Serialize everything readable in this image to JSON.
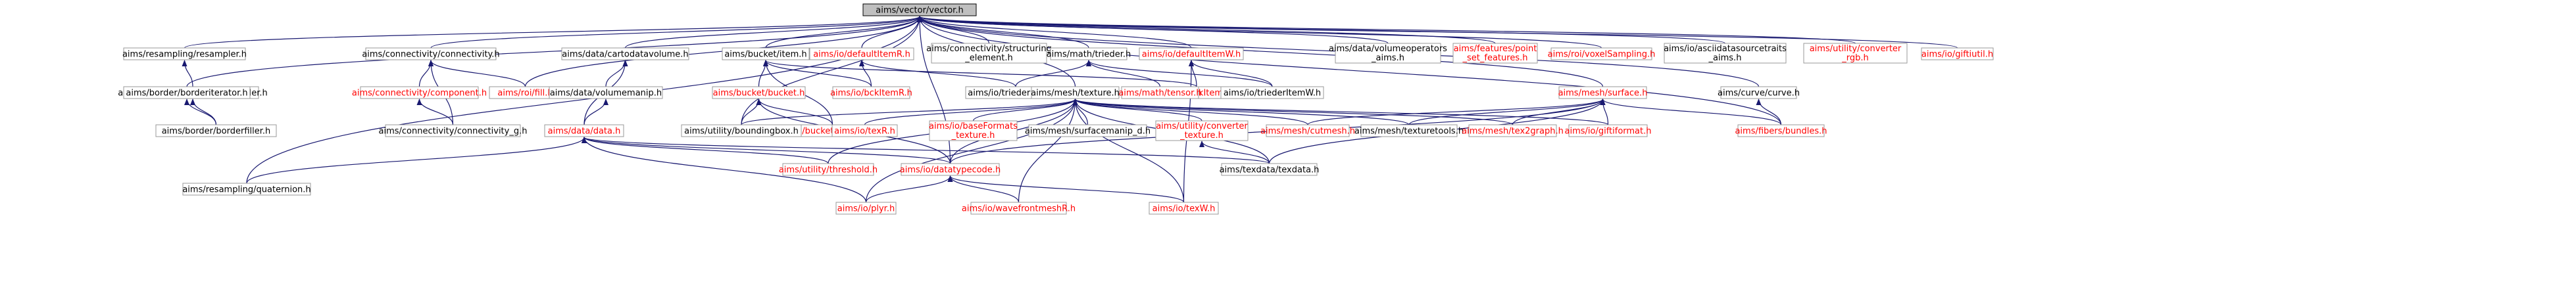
{
  "graph": {
    "root": "aims/vector/vector.h",
    "nodes": [
      {
        "id": "n0",
        "label": "aims/vector/vector.h",
        "color": "#000000",
        "root": true
      },
      {
        "id": "n1",
        "label": "aims/resampling/resampler.h",
        "color": "#000000"
      },
      {
        "id": "n2",
        "label": "aims/resampling/splineresampler.h",
        "color": "#000000"
      },
      {
        "id": "n3",
        "label": "aims/border/borderfiller.h",
        "color": "#000000"
      },
      {
        "id": "n4",
        "label": "aims/border/borderiterator.h",
        "color": "#000000"
      },
      {
        "id": "n5",
        "label": "aims/connectivity/connectivity.h",
        "color": "#000000"
      },
      {
        "id": "n6",
        "label": "aims/connectivity/component.h",
        "color": "#ff0000"
      },
      {
        "id": "n7",
        "label": "aims/connectivity/connectivity_g.h",
        "color": "#000000"
      },
      {
        "id": "n8",
        "label": "aims/roi/fill.h",
        "color": "#ff0000"
      },
      {
        "id": "n9",
        "label": "aims/data/cartodatavolume.h",
        "color": "#000000"
      },
      {
        "id": "n10",
        "label": "aims/data/volumemanip.h",
        "color": "#000000"
      },
      {
        "id": "n11",
        "label": "aims/data/data.h",
        "color": "#ff0000"
      },
      {
        "id": "n12",
        "label": "aims/resampling/quaternion.h",
        "color": "#000000"
      },
      {
        "id": "n13",
        "label": "aims/bucket/item.h",
        "color": "#000000"
      },
      {
        "id": "n14",
        "label": "aims/bucket/bucket.h",
        "color": "#ff0000"
      },
      {
        "id": "n15",
        "label": "aims/bucket/bucket_g.h",
        "color": "#ff0000"
      },
      {
        "id": "n16",
        "label": "aims/utility/boundingbox.h",
        "color": "#000000"
      },
      {
        "id": "n17",
        "label": "aims/io/defaultItemR.h",
        "color": "#ff0000"
      },
      {
        "id": "n18",
        "label": "aims/io/bckItemR.h",
        "color": "#ff0000"
      },
      {
        "id": "n19",
        "label": "aims/connectivity/structuring_element.h",
        "lines": [
          "aims/connectivity/structuring",
          "_element.h"
        ],
        "color": "#000000"
      },
      {
        "id": "n20",
        "label": "aims/math/trieder.h",
        "color": "#000000"
      },
      {
        "id": "n21",
        "label": "aims/io/triederItemR.h",
        "color": "#000000"
      },
      {
        "id": "n22",
        "label": "aims/io/defaultItemW.h",
        "color": "#ff0000"
      },
      {
        "id": "n23",
        "label": "aims/io/bckItemW.h",
        "color": "#ff0000"
      },
      {
        "id": "n24",
        "label": "aims/math/tensor.h",
        "color": "#ff0000"
      },
      {
        "id": "n25",
        "label": "aims/io/triederItemW.h",
        "color": "#000000"
      },
      {
        "id": "n26",
        "label": "aims/mesh/texture.h",
        "color": "#000000"
      },
      {
        "id": "n27",
        "label": "aims/io/texR.h",
        "color": "#ff0000"
      },
      {
        "id": "n28",
        "label": "aims/io/baseFormats_texture.h",
        "lines": [
          "aims/io/baseFormats",
          "_texture.h"
        ],
        "color": "#ff0000"
      },
      {
        "id": "n29",
        "label": "aims/mesh/surfacemanip_d.h",
        "color": "#000000"
      },
      {
        "id": "n30",
        "label": "aims/utility/converter_texture.h",
        "lines": [
          "aims/utility/converter",
          "_texture.h"
        ],
        "color": "#ff0000"
      },
      {
        "id": "n31",
        "label": "aims/texdata/texdata.h",
        "color": "#000000"
      },
      {
        "id": "n32",
        "label": "aims/utility/threshold.h",
        "color": "#ff0000"
      },
      {
        "id": "n33",
        "label": "aims/io/datatypecode.h",
        "color": "#ff0000"
      },
      {
        "id": "n34",
        "label": "aims/io/plyr.h",
        "color": "#ff0000"
      },
      {
        "id": "n35",
        "label": "aims/io/wavefrontmeshR.h",
        "color": "#ff0000"
      },
      {
        "id": "n36",
        "label": "aims/io/texW.h",
        "color": "#ff0000"
      },
      {
        "id": "n37",
        "label": "aims/data/volumeoperators_aims.h",
        "lines": [
          "aims/data/volumeoperators",
          "_aims.h"
        ],
        "color": "#000000"
      },
      {
        "id": "n38",
        "label": "aims/features/point_set_features.h",
        "lines": [
          "aims/features/point",
          "_set_features.h"
        ],
        "color": "#ff0000"
      },
      {
        "id": "n39",
        "label": "aims/roi/voxelSampling.h",
        "color": "#ff0000"
      },
      {
        "id": "n40",
        "label": "aims/io/asciidatasourcetraits_aims.h",
        "lines": [
          "aims/io/asciidatasourcetraits",
          "_aims.h"
        ],
        "color": "#000000"
      },
      {
        "id": "n41",
        "label": "aims/utility/converter_rgb.h",
        "lines": [
          "aims/utility/converter",
          "_rgb.h"
        ],
        "color": "#ff0000"
      },
      {
        "id": "n42",
        "label": "aims/io/giftiutil.h",
        "color": "#ff0000"
      },
      {
        "id": "n43",
        "label": "aims/mesh/surface.h",
        "color": "#ff0000"
      },
      {
        "id": "n44",
        "label": "aims/curve/curve.h",
        "color": "#000000"
      },
      {
        "id": "n45",
        "label": "aims/fibers/bundles.h",
        "color": "#ff0000"
      },
      {
        "id": "n46",
        "label": "aims/mesh/cutmesh.h",
        "color": "#ff0000"
      },
      {
        "id": "n47",
        "label": "aims/mesh/texturetools.h",
        "color": "#000000"
      },
      {
        "id": "n48",
        "label": "aims/mesh/tex2graph.h",
        "color": "#ff0000"
      },
      {
        "id": "n49",
        "label": "aims/io/giftiformat.h",
        "color": "#ff0000"
      }
    ],
    "edges": [
      [
        "n1",
        "n0"
      ],
      [
        "n5",
        "n0"
      ],
      [
        "n8",
        "n0"
      ],
      [
        "n9",
        "n0"
      ],
      [
        "n13",
        "n0"
      ],
      [
        "n17",
        "n0"
      ],
      [
        "n19",
        "n0"
      ],
      [
        "n20",
        "n0"
      ],
      [
        "n22",
        "n0"
      ],
      [
        "n26",
        "n0"
      ],
      [
        "n37",
        "n0"
      ],
      [
        "n38",
        "n0"
      ],
      [
        "n39",
        "n0"
      ],
      [
        "n40",
        "n0"
      ],
      [
        "n41",
        "n0"
      ],
      [
        "n42",
        "n0"
      ],
      [
        "n43",
        "n0"
      ],
      [
        "n44",
        "n0"
      ],
      [
        "n45",
        "n0"
      ],
      [
        "n12",
        "n0"
      ],
      [
        "n33",
        "n0"
      ],
      [
        "n16",
        "n0"
      ],
      [
        "n4",
        "n0"
      ],
      [
        "n2",
        "n1"
      ],
      [
        "n3",
        "n2"
      ],
      [
        "n3",
        "n4"
      ],
      [
        "n6",
        "n5"
      ],
      [
        "n7",
        "n5"
      ],
      [
        "n8",
        "n5"
      ],
      [
        "n7",
        "n6"
      ],
      [
        "n10",
        "n9"
      ],
      [
        "n11",
        "n9"
      ],
      [
        "n11",
        "n10"
      ],
      [
        "n12",
        "n11"
      ],
      [
        "n32",
        "n11"
      ],
      [
        "n33",
        "n11"
      ],
      [
        "n31",
        "n11"
      ],
      [
        "n34",
        "n11"
      ],
      [
        "n14",
        "n13"
      ],
      [
        "n15",
        "n13"
      ],
      [
        "n18",
        "n13"
      ],
      [
        "n23",
        "n13"
      ],
      [
        "n15",
        "n14"
      ],
      [
        "n16",
        "n14"
      ],
      [
        "n33",
        "n14"
      ],
      [
        "n18",
        "n17"
      ],
      [
        "n21",
        "n20"
      ],
      [
        "n24",
        "n20"
      ],
      [
        "n25",
        "n20"
      ],
      [
        "n21",
        "n17"
      ],
      [
        "n23",
        "n22"
      ],
      [
        "n25",
        "n22"
      ],
      [
        "n36",
        "n22"
      ],
      [
        "n27",
        "n26"
      ],
      [
        "n28",
        "n26"
      ],
      [
        "n29",
        "n26"
      ],
      [
        "n30",
        "n26"
      ],
      [
        "n31",
        "n26"
      ],
      [
        "n32",
        "n26"
      ],
      [
        "n33",
        "n26"
      ],
      [
        "n34",
        "n26"
      ],
      [
        "n35",
        "n26"
      ],
      [
        "n36",
        "n26"
      ],
      [
        "n46",
        "n26"
      ],
      [
        "n47",
        "n26"
      ],
      [
        "n48",
        "n26"
      ],
      [
        "n49",
        "n26"
      ],
      [
        "n16",
        "n26"
      ],
      [
        "n31",
        "n30"
      ],
      [
        "n34",
        "n33"
      ],
      [
        "n35",
        "n33"
      ],
      [
        "n36",
        "n33"
      ],
      [
        "n45",
        "n44"
      ],
      [
        "n45",
        "n43"
      ],
      [
        "n46",
        "n43"
      ],
      [
        "n47",
        "n43"
      ],
      [
        "n48",
        "n43"
      ],
      [
        "n49",
        "n43"
      ],
      [
        "n33",
        "n43"
      ],
      [
        "n31",
        "n43"
      ]
    ]
  },
  "colors": {
    "edge": "#191970",
    "root_fill": "#bfbfbf",
    "node_fill": "#ffffff",
    "node_border": "#999999",
    "link_text": "#000000",
    "broken_text": "#ff0000"
  }
}
